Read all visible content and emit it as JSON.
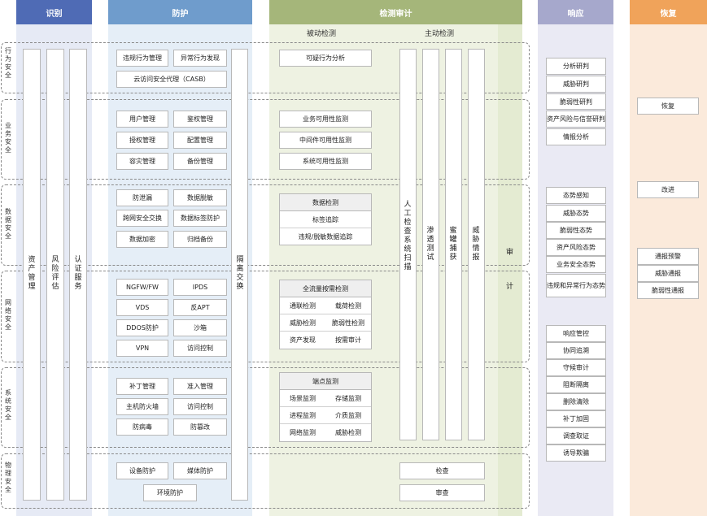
{
  "columns": {
    "identify": {
      "title": "识别",
      "color": "#4f6bb5",
      "bg": "#e6eaf5"
    },
    "protect": {
      "title": "防护",
      "color": "#6f9ccc",
      "bg": "#e5eef7"
    },
    "detect": {
      "title": "检测审计",
      "color": "#a5b67a",
      "bg": "#eef2e2",
      "sub_passive": "被动检测",
      "sub_active": "主动检测"
    },
    "respond": {
      "title": "响应",
      "color": "#a6a8cc",
      "bg": "#eaeaf4"
    },
    "recover": {
      "title": "恢复",
      "color": "#f0a35a",
      "bg": "#fbeadb"
    }
  },
  "rows": [
    "行为安全",
    "业务安全",
    "数据安全",
    "网络安全",
    "系统安全",
    "物理安全"
  ],
  "identify": {
    "asset_mgmt": "资产管理",
    "risk_eval": "风险评估",
    "auth_service": "认证服务"
  },
  "protect": {
    "isolation_exchange": "隔离交换",
    "behavior": [
      "违规行为管理",
      "异常行为发现",
      "云访问安全代理（CASB）"
    ],
    "business": [
      "用户管理",
      "鉴权管理",
      "授权管理",
      "配置管理",
      "容灾管理",
      "备份管理"
    ],
    "data": [
      "防泄漏",
      "数据脱敏",
      "跨网安全交换",
      "数据标签防护",
      "数据加密",
      "归档备份"
    ],
    "network": [
      "NGFW/FW",
      "IPDS",
      "VDS",
      "反APT",
      "DDOS防护",
      "沙箱",
      "VPN",
      "访问控制"
    ],
    "system": [
      "补丁管理",
      "准入管理",
      "主机防火墙",
      "访问控制",
      "防病毒",
      "防篡改"
    ],
    "physical": [
      "设备防护",
      "媒体防护",
      "环境防护"
    ]
  },
  "detect": {
    "behavior_analysis": "可疑行为分析",
    "business": [
      "业务可用性监测",
      "中间件可用性监测",
      "系统可用性监测"
    ],
    "data_group": {
      "title": "数据检测",
      "items": [
        "标签追踪",
        "违规/脱敏数据追踪"
      ]
    },
    "net_group": {
      "title": "全流量按需检测",
      "items": [
        "通联检测",
        "载荷检测",
        "威胁检测",
        "脆弱性检测",
        "资产发现",
        "按需审计"
      ]
    },
    "endpoint_group": {
      "title": "端点监测",
      "items": [
        "场景监测",
        "存储监测",
        "进程监测",
        "介质监测",
        "网络监测",
        "威胁检测"
      ]
    },
    "active": [
      "人工检查　系统扫描",
      "渗透测试",
      "蜜罐捕获",
      "威胁情报"
    ],
    "audit_1": "审",
    "audit_2": "计",
    "physical": [
      "检查",
      "审查"
    ]
  },
  "respond": {
    "research": [
      "分析研判",
      "威胁研判",
      "脆弱性研判",
      "资产风险与信誉研判",
      "情报分析"
    ],
    "awareness": [
      "态势感知",
      "威胁态势",
      "脆弱性态势",
      "资产风险态势",
      "业务安全态势",
      "违规和异常行为态势"
    ],
    "control": [
      "响应管控",
      "协同追溯",
      "守候审计",
      "阻断隔离",
      "删除清除",
      "补丁加固",
      "调查取证",
      "诱导欺骗"
    ]
  },
  "recover": {
    "recover": "恢复",
    "improve": "改进",
    "notify": [
      "通报预警",
      "威胁通报",
      "脆弱性通报"
    ]
  }
}
